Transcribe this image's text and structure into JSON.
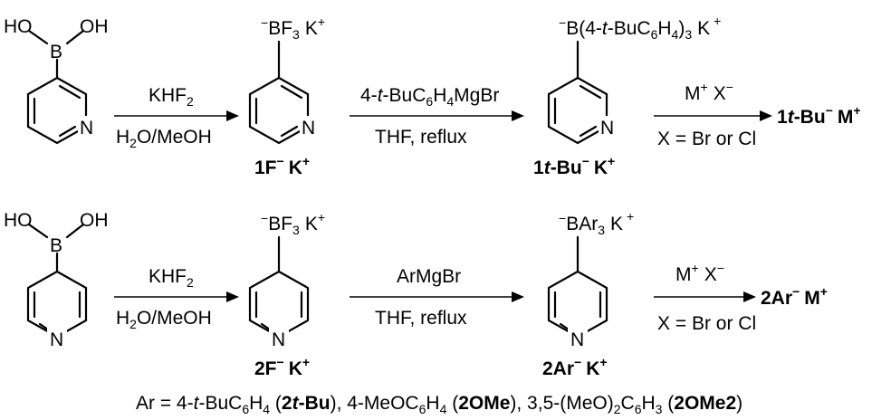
{
  "scheme": {
    "row1": {
      "start_oh_left": "HO",
      "start_oh_right": "OH",
      "start_b": "B",
      "start_n": "N",
      "step1_reagent": "KHF",
      "step1_reagent_sub": "2",
      "step1_solvent_a": "H",
      "step1_solvent_sub": "2",
      "step1_solvent_b": "O/MeOH",
      "int1_charge": "−",
      "int1_bf": "BF",
      "int1_sub": "3",
      "int1_k": "K",
      "int1_kplus": "+",
      "int1_n": "N",
      "int1_label_main": "1F",
      "int1_label_charge": "−",
      "int1_label_k": "K",
      "int1_label_kplus": "+",
      "step2_reagent_a": "4-",
      "step2_reagent_t": "t",
      "step2_reagent_b": "-BuC",
      "step2_reagent_s1": "6",
      "step2_reagent_c": "H",
      "step2_reagent_s2": "4",
      "step2_reagent_d": "MgBr",
      "step2_cond": "THF, reflux",
      "int2_charge": "−",
      "int2_formula_a": "B(4-",
      "int2_formula_t": "t",
      "int2_formula_b": "-BuC",
      "int2_formula_s1": "6",
      "int2_formula_c": "H",
      "int2_formula_s2": "4",
      "int2_formula_d": ")",
      "int2_formula_s3": "3",
      "int2_k": "K",
      "int2_kplus": "+",
      "int2_n": "N",
      "int2_label_1": "1",
      "int2_label_t": "t",
      "int2_label_bu": "-Bu",
      "int2_label_charge": "−",
      "int2_label_k": "K",
      "int2_label_kplus": "+",
      "step3_reagent_m": "M",
      "step3_reagent_mplus": "+",
      "step3_reagent_x": "X",
      "step3_reagent_xminus": "−",
      "step3_cond": "X = Br or Cl",
      "product_1": "1",
      "product_t": "t",
      "product_bu": "-Bu",
      "product_charge": "−",
      "product_m": "M",
      "product_mplus": "+"
    },
    "row2": {
      "start_oh_left": "HO",
      "start_oh_right": "OH",
      "start_b": "B",
      "start_n": "N",
      "step1_reagent": "KHF",
      "step1_reagent_sub": "2",
      "step1_solvent_a": "H",
      "step1_solvent_sub": "2",
      "step1_solvent_b": "O/MeOH",
      "int1_charge": "−",
      "int1_bf": "BF",
      "int1_sub": "3",
      "int1_k": "K",
      "int1_kplus": "+",
      "int1_n": "N",
      "int1_label_main": "2F",
      "int1_label_charge": "−",
      "int1_label_k": "K",
      "int1_label_kplus": "+",
      "step2_reagent": "ArMgBr",
      "step2_cond": "THF, reflux",
      "int2_charge": "−",
      "int2_bar": "BAr",
      "int2_sub": "3",
      "int2_k": "K",
      "int2_kplus": "+",
      "int2_n": "N",
      "int2_label_main": "2Ar",
      "int2_label_charge": "−",
      "int2_label_k": "K",
      "int2_label_kplus": "+",
      "step3_reagent_m": "M",
      "step3_reagent_mplus": "+",
      "step3_reagent_x": "X",
      "step3_reagent_xminus": "−",
      "step3_cond": "X = Br or Cl",
      "product_main": "2Ar",
      "product_charge": "−",
      "product_m": "M",
      "product_mplus": "+"
    },
    "footnote": {
      "p1": "Ar = 4-",
      "p1_t": "t",
      "p2": "-BuC",
      "p2_s1": "6",
      "p3": "H",
      "p3_s2": "4",
      "p4": " (",
      "b1_2": "2",
      "b1_t": "t",
      "b1_bu": "-Bu",
      "p5": "), 4-MeOC",
      "p5_s1": "6",
      "p6": "H",
      "p6_s2": "4",
      "p7": " (",
      "b2": "2OMe",
      "p8": "), 3,5-(MeO)",
      "p8_s": "2",
      "p9": "C",
      "p9_s1": "6",
      "p10": "H",
      "p10_s2": "3",
      "p11": " (",
      "b3": "2OMe2",
      "p12": ")"
    }
  }
}
